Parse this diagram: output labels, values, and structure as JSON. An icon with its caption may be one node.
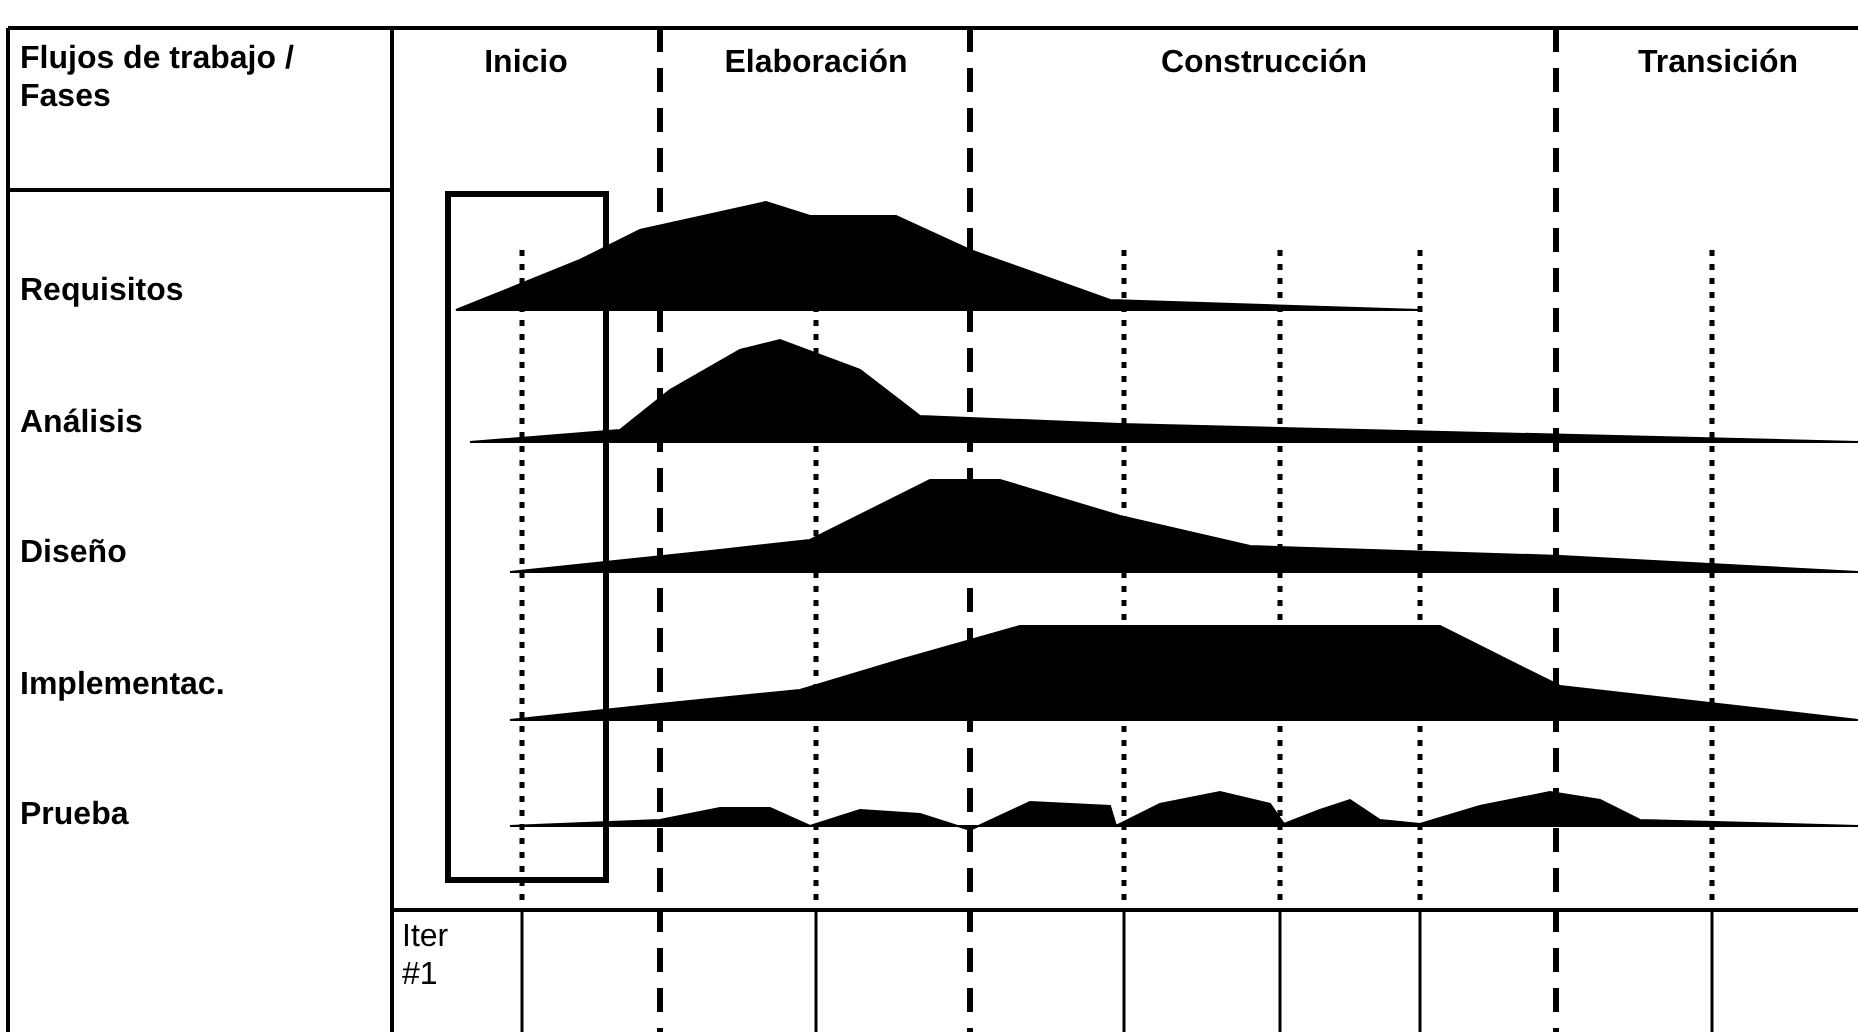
{
  "diagram": {
    "labels": [
      "Flujos de trabajo / Fases",
      "Inicio",
      "Elaboración",
      "Construcción",
      "Transición",
      "Requisitos",
      "Análisis",
      "Diseño",
      "Implementac.",
      "Prueba",
      "Iter #1"
    ]
  }
}
